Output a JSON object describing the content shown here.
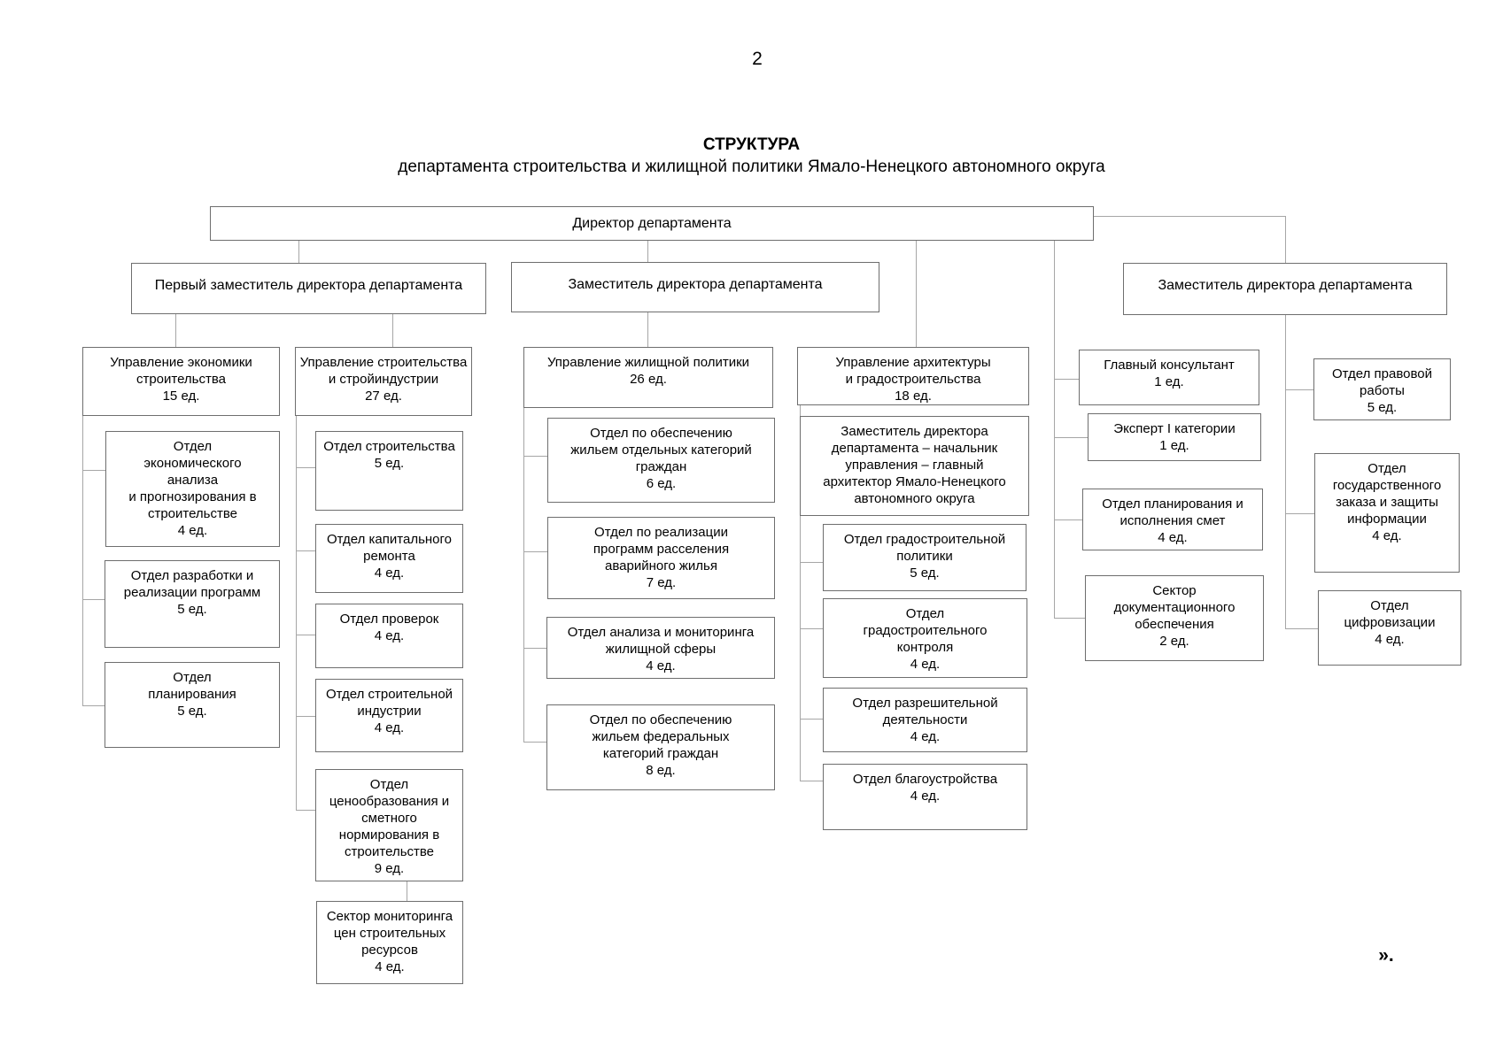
{
  "page": {
    "number": "2",
    "closing_mark": "»."
  },
  "title": {
    "main": "СТРУКТУРА",
    "subtitle": "департамента строительства и жилищной политики Ямало-Ненецкого автономного округа"
  },
  "boxes": {
    "director": {
      "label": "Директор департамента"
    },
    "deputy_first": {
      "label": "Первый заместитель директора департамента"
    },
    "deputy_mid": {
      "label": "Заместитель директора департамента"
    },
    "deputy_right": {
      "label": "Заместитель директора департамента"
    },
    "col1_head": {
      "label": "Управление экономики\nстроительства\n15 ед."
    },
    "col1_b1": {
      "label": "Отдел\nэкономического\nанализа\nи прогнозирования в\nстроительстве\n4 ед."
    },
    "col1_b2": {
      "label": "Отдел разработки и\nреализации программ\n5 ед."
    },
    "col1_b3": {
      "label": "Отдел\nпланирования\n5 ед."
    },
    "col2_head": {
      "label": "Управление строительства\nи стройиндустрии\n27 ед."
    },
    "col2_b1": {
      "label": "Отдел строительства\n5 ед."
    },
    "col2_b2": {
      "label": "Отдел капитального\nремонта\n4 ед."
    },
    "col2_b3": {
      "label": "Отдел проверок\n4 ед."
    },
    "col2_b4": {
      "label": "Отдел строительной\nиндустрии\n4 ед."
    },
    "col2_b5": {
      "label": "Отдел\nценообразования и\nсметного\nнормирования в\nстроительстве\n9 ед."
    },
    "col2_b6": {
      "label": "Сектор мониторинга\nцен строительных\nресурсов\n4 ед."
    },
    "col3_head": {
      "label": "Управление жилищной политики\n26 ед."
    },
    "col3_b1": {
      "label": "Отдел по обеспечению\nжильем отдельных категорий\nграждан\n6 ед."
    },
    "col3_b2": {
      "label": "Отдел по реализации\nпрограмм расселения\nаварийного жилья\n7 ед."
    },
    "col3_b3": {
      "label": "Отдел анализа и мониторинга\nжилищной сферы\n4 ед."
    },
    "col3_b4": {
      "label": "Отдел по обеспечению\nжильем федеральных\nкатегорий граждан\n8 ед."
    },
    "col4_head": {
      "label": "Управление архитектуры\nи градостроительства\n18 ед."
    },
    "col4_zam": {
      "label": "Заместитель директора\nдепартамента – начальник\nуправления – главный\nархитектор Ямало-Ненецкого\nавтономного округа"
    },
    "col4_b1": {
      "label": "Отдел градостроительной\nполитики\n5 ед."
    },
    "col4_b2": {
      "label": "Отдел\nградостроительного\nконтроля\n4 ед."
    },
    "col4_b3": {
      "label": "Отдел разрешительной\nдеятельности\n4 ед."
    },
    "col4_b4": {
      "label": "Отдел благоустройства\n4 ед."
    },
    "col5_b1": {
      "label": "Главный консультант\n1 ед."
    },
    "col5_b2": {
      "label": "Эксперт I категории\n1 ед."
    },
    "col5_b3": {
      "label": "Отдел планирования и\nисполнения смет\n4 ед."
    },
    "col5_b4": {
      "label": "Сектор\nдокументационного\nобеспечения\n2 ед."
    },
    "col6_b1": {
      "label": "Отдел правовой\nработы\n5 ед."
    },
    "col6_b2": {
      "label": "Отдел\nгосударственного\nзаказа и защиты\nинформации\n4 ед."
    },
    "col6_b3": {
      "label": "Отдел\nцифровизации\n4 ед."
    }
  },
  "colors": {
    "background": "#ffffff",
    "box_border": "#6e6e6e",
    "connector": "#a6a6a6",
    "text": "#000000"
  }
}
